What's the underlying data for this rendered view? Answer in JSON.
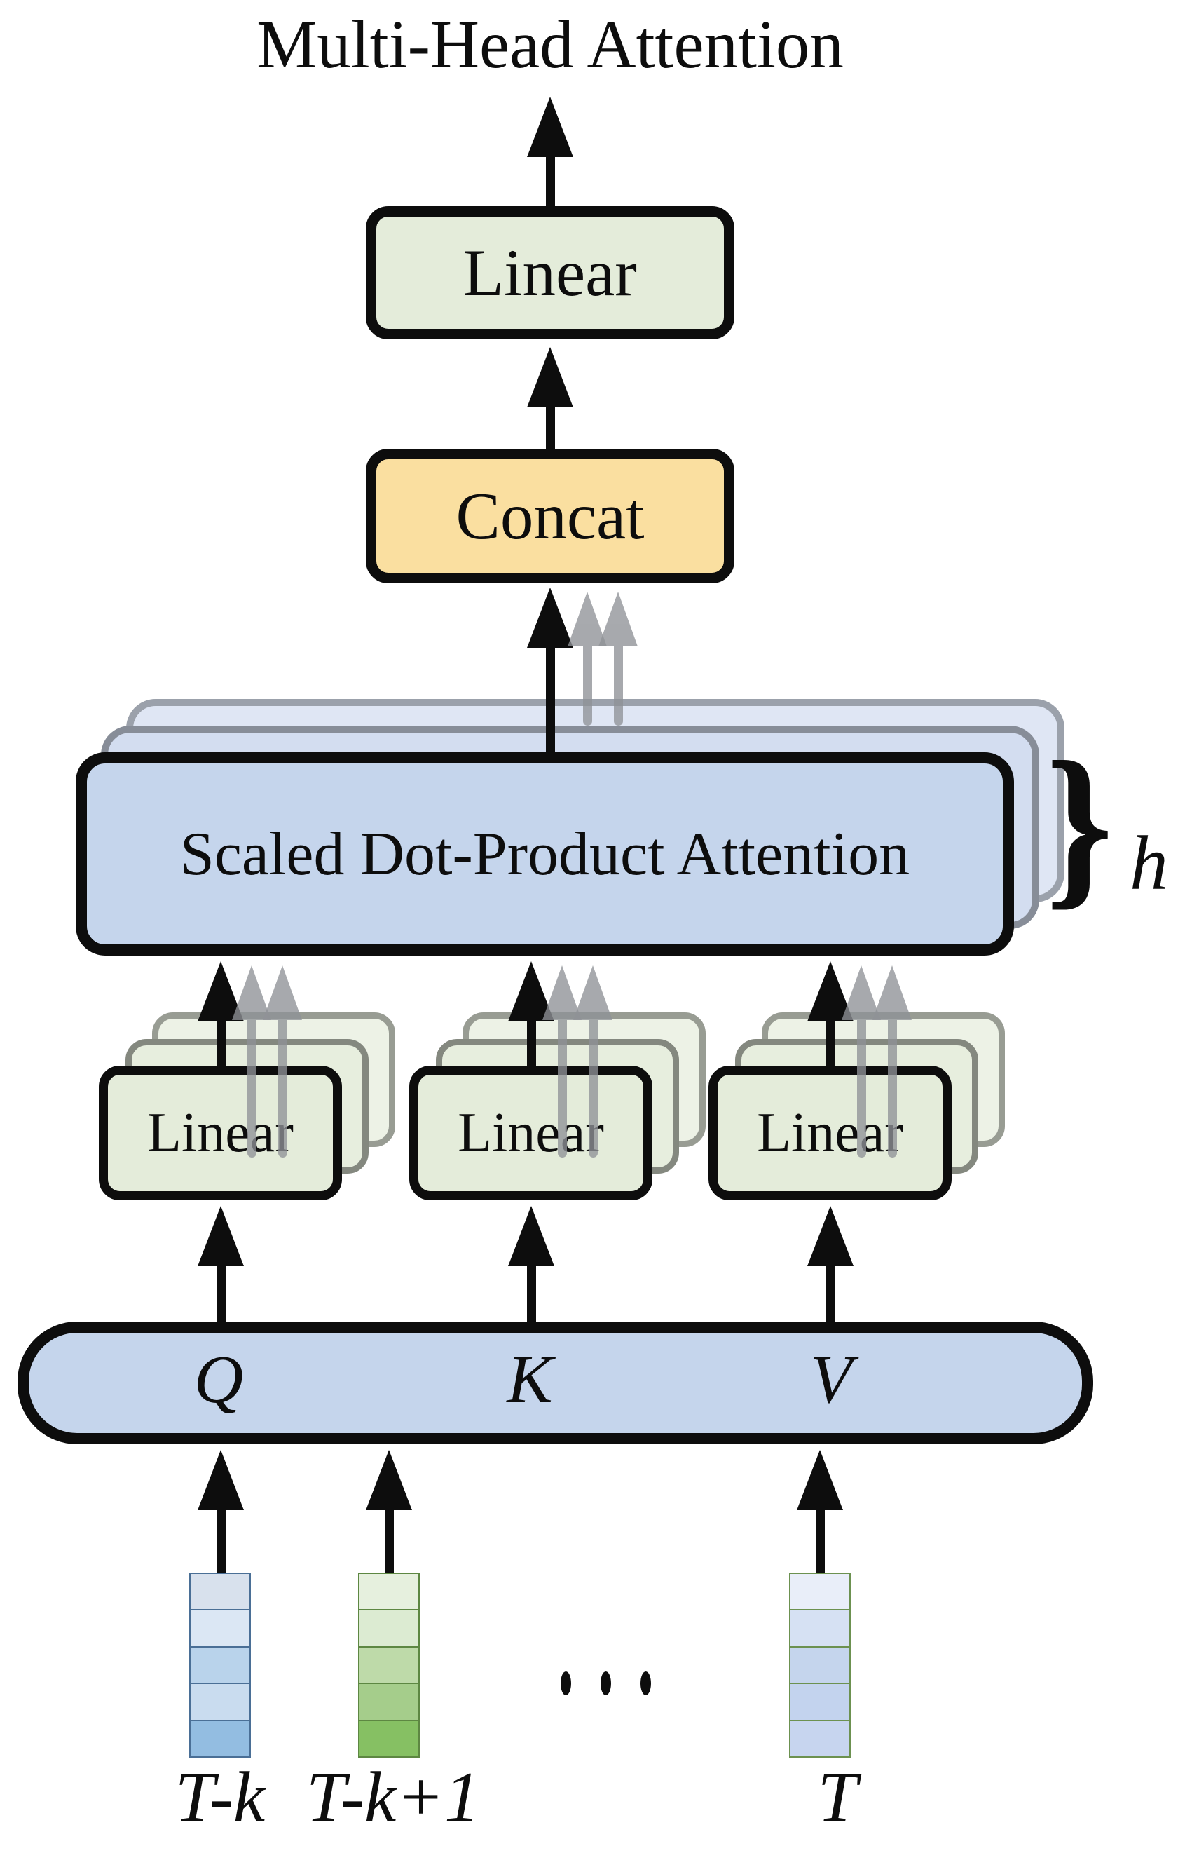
{
  "title": "Multi-Head Attention",
  "boxes": {
    "linear_top": "Linear",
    "concat": "Concat",
    "attention": "Scaled Dot-Product Attention",
    "linear_q": "Linear",
    "linear_k": "Linear",
    "linear_v": "Linear"
  },
  "heads_label": "h",
  "brace_glyph": "}",
  "qkv": {
    "q": "Q",
    "k": "K",
    "v": "V"
  },
  "ellipsis": "· · ·",
  "input_labels": {
    "first": "T-k",
    "second": "T-k+1",
    "last": "T"
  },
  "colors": {
    "linear_box_fill": "#e4ecda",
    "concat_box_fill": "#fadfa0",
    "attention_box_fill": "#c5d5ec",
    "attention_back1_fill": "#d3ddf0",
    "attention_back2_fill": "#dfe6f4",
    "arrow_black": "#0d0d0d",
    "arrow_gray": "#8f9297",
    "vector_tk_border": "#4a6f96",
    "vector_tk1_border": "#5d8742",
    "vector_t_border": "#6c9150"
  },
  "vectors": {
    "tk": {
      "cells": [
        "#d8e1ed",
        "#dbe7f4",
        "#b9d3eb",
        "#c9dcef",
        "#93bde1"
      ]
    },
    "tk1": {
      "cells": [
        "#e6f0de",
        "#dcebd2",
        "#bedaa9",
        "#a5cd8b",
        "#86c063"
      ]
    },
    "t": {
      "cells": [
        "#e9eef9",
        "#d6e1f3",
        "#c5d5ed",
        "#c3d3ee",
        "#c7d5ef"
      ]
    }
  }
}
